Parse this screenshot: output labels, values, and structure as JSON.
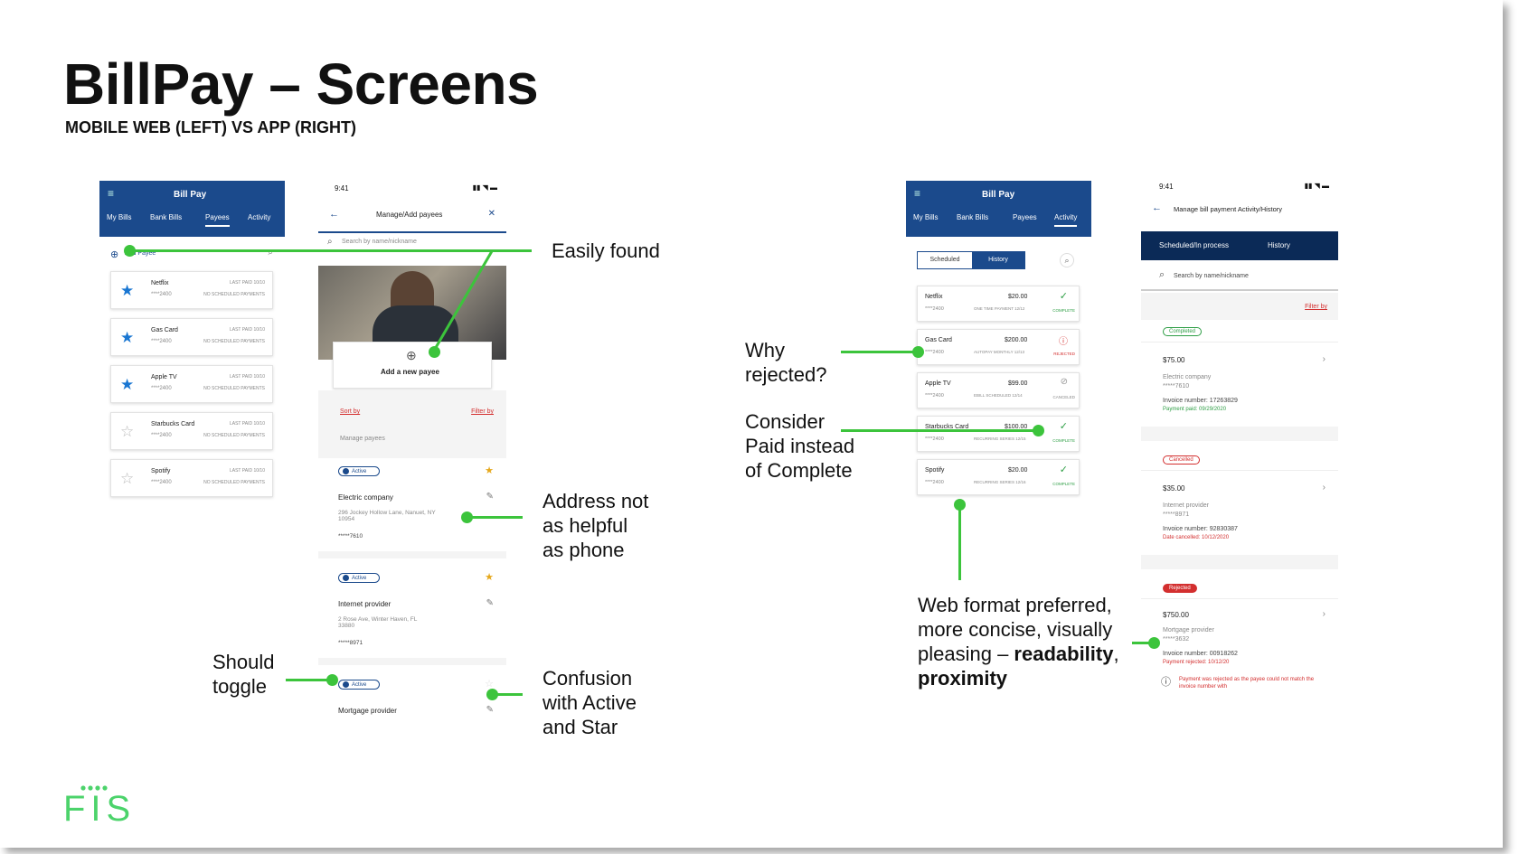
{
  "slide": {
    "title": "BillPay – Screens",
    "subtitle": "MOBILE WEB (LEFT) VS APP (RIGHT)",
    "logo_text": "FIS"
  },
  "colors": {
    "accent_green": "#3cc43c",
    "header_blue": "#1b4a8c",
    "navy": "#0b2a57",
    "alert_red": "#d32f2f"
  },
  "web_payees": {
    "header_title": "Bill Pay",
    "tabs": [
      "My Bills",
      "Bank Bills",
      "Payees",
      "Activity"
    ],
    "add_label": "Add Payee",
    "payees": [
      {
        "name": "Netflix",
        "acct": "****2400",
        "last_paid": "LAST PAID 10/10",
        "status": "NO SCHEDULED PAYMENTS",
        "starred": true
      },
      {
        "name": "Gas Card",
        "acct": "****2400",
        "last_paid": "LAST PAID 10/10",
        "status": "NO SCHEDULED PAYMENTS",
        "starred": true
      },
      {
        "name": "Apple TV",
        "acct": "****2400",
        "last_paid": "LAST PAID 10/10",
        "status": "NO SCHEDULED PAYMENTS",
        "starred": true
      },
      {
        "name": "Starbucks Card",
        "acct": "****2400",
        "last_paid": "LAST PAID 10/10",
        "status": "NO SCHEDULED PAYMENTS",
        "starred": false
      },
      {
        "name": "Spotify",
        "acct": "****2400",
        "last_paid": "LAST PAID 10/10",
        "status": "NO SCHEDULED PAYMENTS",
        "starred": false
      }
    ]
  },
  "app_payees": {
    "time": "9:41",
    "title": "Manage/Add payees",
    "search_placeholder": "Search by name/nickname",
    "add_label": "Add a new payee",
    "sort_label": "Sort by",
    "filter_label": "Filter by",
    "section_label": "Manage payees",
    "active_label": "Active",
    "payees": [
      {
        "name": "Electric company",
        "address": "296 Jockey Hollow Lane, Nanuet, NY 10954",
        "acct": "*****7610"
      },
      {
        "name": "Internet provider",
        "address": "2 Rose Ave, Winter Haven, FL 33880",
        "acct": "*****8971"
      },
      {
        "name": "Mortgage provider"
      }
    ]
  },
  "web_activity": {
    "header_title": "Bill Pay",
    "tabs": [
      "My Bills",
      "Bank Bills",
      "Payees",
      "Activity"
    ],
    "toggle": [
      "Scheduled",
      "History"
    ],
    "items": [
      {
        "name": "Netflix",
        "acct": "****2400",
        "amount": "$20.00",
        "note": "ONE TIME PAYMENT 12/12",
        "status": "COMPLETE"
      },
      {
        "name": "Gas Card",
        "acct": "****2400",
        "amount": "$200.00",
        "note": "AUTOPAY MONTHLY 12/13",
        "status": "REJECTED"
      },
      {
        "name": "Apple TV",
        "acct": "****2400",
        "amount": "$99.00",
        "note": "EBILL SCHEDULED 12/14",
        "status": "CANCELED"
      },
      {
        "name": "Starbucks Card",
        "acct": "****2400",
        "amount": "$100.00",
        "note": "RECURRING SERIES 12/15",
        "status": "COMPLETE"
      },
      {
        "name": "Spotify",
        "acct": "****2400",
        "amount": "$20.00",
        "note": "RECURRING SERIES 12/16",
        "status": "COMPLETE"
      }
    ]
  },
  "app_activity": {
    "time": "9:41",
    "title": "Manage bill payment Activity/History",
    "tabs": [
      "Scheduled/In process",
      "History"
    ],
    "search_placeholder": "Search by name/nickname",
    "filter_label": "Filter by",
    "entries": [
      {
        "status": "Completed",
        "amount": "$75.00",
        "payee": "Electric company",
        "acct": "*****7610",
        "invoice": "Invoice number: 17263829",
        "detail": "Payment paid: 09/29/2020"
      },
      {
        "status": "Cancelled",
        "amount": "$35.00",
        "payee": "Internet provider",
        "acct": "*****8971",
        "invoice": "Invoice number: 92830387",
        "detail": "Date cancelled: 10/12/2020"
      },
      {
        "status": "Rejected",
        "amount": "$750.00",
        "payee": "Mortgage provider",
        "acct": "*****3632",
        "invoice": "Invoice number: 00918262",
        "detail": "Payment rejected: 10/12/20",
        "warning": "Payment was rejected as the payee could not match the invoice number with"
      }
    ]
  },
  "annotations": {
    "easily_found": "Easily found",
    "address": [
      "Address not",
      "as helpful",
      "as phone"
    ],
    "toggle": [
      "Should",
      "toggle"
    ],
    "confusion": [
      "Confusion",
      "with Active",
      "and Star"
    ],
    "why": [
      "Why",
      "rejected?"
    ],
    "consider": [
      "Consider",
      "Paid instead",
      "of Complete"
    ],
    "web_format_lines": [
      "Web format preferred,",
      "more concise, visually",
      "pleasing – "
    ],
    "web_format_bold_1": "readability",
    "web_format_comma": ",",
    "web_format_bold_2": "proximity"
  }
}
